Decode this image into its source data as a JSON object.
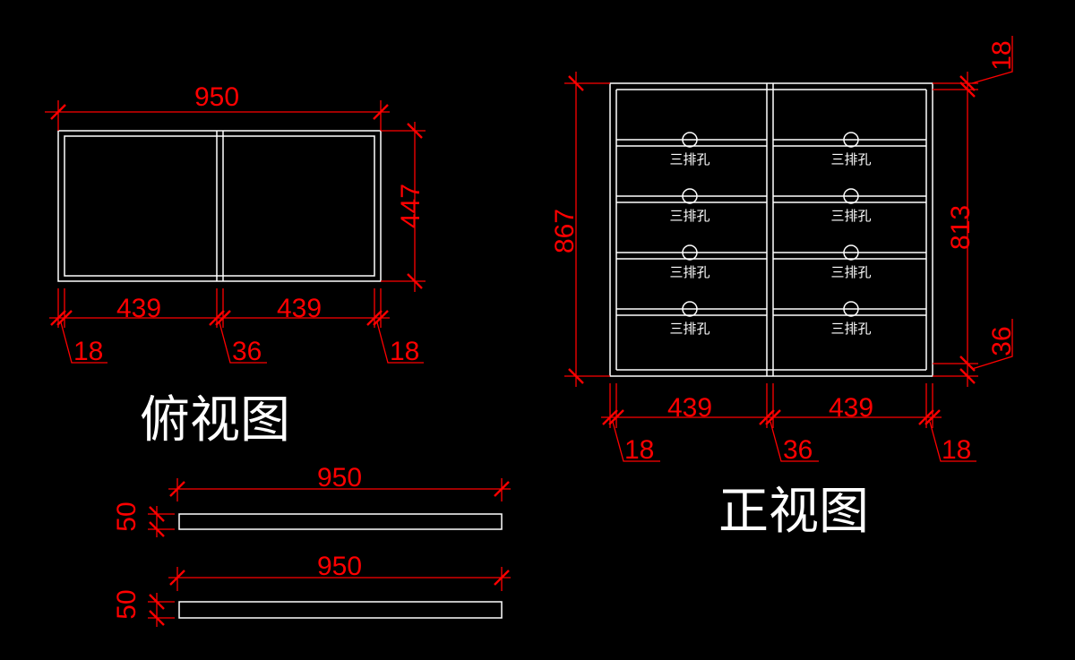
{
  "top_view": {
    "title": "俯视图",
    "width": "950",
    "depth": "447",
    "bay_left": "439",
    "bay_right": "439",
    "side_left": "18",
    "center_panel": "36",
    "side_right": "18"
  },
  "front_view": {
    "title": "正视图",
    "overall_height": "867",
    "inner_height": "813",
    "top_panel": "18",
    "base_panel": "36",
    "bay_left": "439",
    "bay_right": "439",
    "side_left": "18",
    "center_panel": "36",
    "side_right": "18",
    "hole_label": "三排孔",
    "hole_rows": 4
  },
  "strips": [
    {
      "length": "950",
      "thickness": "50"
    },
    {
      "length": "950",
      "thickness": "50"
    }
  ],
  "colors": {
    "dimension": "#ff0000",
    "outline": "#ffffff",
    "background": "#000000"
  }
}
